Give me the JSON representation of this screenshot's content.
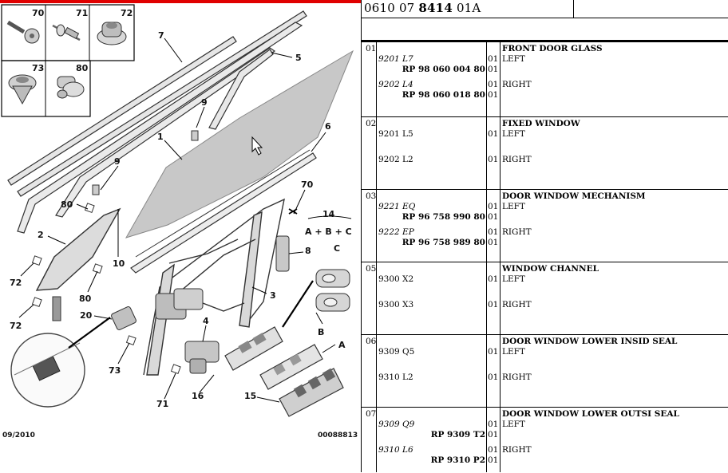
{
  "diagram": {
    "date_code": "09/2010",
    "drawing_number": "00088813",
    "callouts": {
      "c70": "70",
      "c71": "71",
      "c72": "72",
      "c73": "73",
      "c80": "80",
      "n7": "7",
      "n5": "5",
      "n9a": "9",
      "n1": "1",
      "n6": "6",
      "n9b": "9",
      "n70": "70",
      "n14": "14",
      "n14_sub": "A + B + C",
      "n80a": "80",
      "n2": "2",
      "n8": "8",
      "nC": "C",
      "n10": "10",
      "n72a": "72",
      "n80b": "80",
      "n3": "3",
      "n72b": "72",
      "n20": "20",
      "n4": "4",
      "nB": "B",
      "nA": "A",
      "n73": "73",
      "n16": "16",
      "n15": "15",
      "n71": "71"
    }
  },
  "ref": {
    "prefix": "0610 07",
    "bold": "8414",
    "suffix": "01A"
  },
  "groups": [
    {
      "num": "01",
      "title": "FRONT DOOR GLASS",
      "items": [
        {
          "pn": "9201 L7",
          "italic": true,
          "rp": "RP 98 060 004 80",
          "qty": "01",
          "qty2": "01",
          "desc": "LEFT"
        },
        {
          "pn": "9202 L4",
          "italic": true,
          "rp": "RP 98 060 018 80",
          "qty": "01",
          "qty2": "01",
          "desc": "RIGHT"
        }
      ]
    },
    {
      "num": "02",
      "title": "FIXED WINDOW",
      "items": [
        {
          "pn": "9201 L5",
          "italic": false,
          "rp": "",
          "qty": "01",
          "qty2": "",
          "desc": "LEFT"
        },
        {
          "pn": "9202 L2",
          "italic": false,
          "rp": "",
          "qty": "01",
          "qty2": "",
          "desc": "RIGHT"
        }
      ]
    },
    {
      "num": "03",
      "title": "DOOR WINDOW MECHANISM",
      "items": [
        {
          "pn": "9221 EQ",
          "italic": true,
          "rp": "RP 96 758 990 80",
          "qty": "01",
          "qty2": "01",
          "desc": "LEFT"
        },
        {
          "pn": "9222 EP",
          "italic": true,
          "rp": "RP 96 758 989 80",
          "qty": "01",
          "qty2": "01",
          "desc": "RIGHT"
        }
      ]
    },
    {
      "num": "05",
      "title": "WINDOW CHANNEL",
      "items": [
        {
          "pn": "9300 X2",
          "italic": false,
          "rp": "",
          "qty": "01",
          "qty2": "",
          "desc": "LEFT"
        },
        {
          "pn": "9300 X3",
          "italic": false,
          "rp": "",
          "qty": "01",
          "qty2": "",
          "desc": "RIGHT"
        }
      ]
    },
    {
      "num": "06",
      "title": "DOOR WINDOW LOWER INSID SEAL",
      "items": [
        {
          "pn": "9309 Q5",
          "italic": false,
          "rp": "",
          "qty": "01",
          "qty2": "",
          "desc": "LEFT"
        },
        {
          "pn": "9310 L2",
          "italic": false,
          "rp": "",
          "qty": "01",
          "qty2": "",
          "desc": "RIGHT"
        }
      ]
    },
    {
      "num": "07",
      "title": "DOOR WINDOW LOWER OUTSI SEAL",
      "items": [
        {
          "pn": "9309 Q9",
          "italic": true,
          "rp": "RP 9309 T2",
          "qty": "01",
          "qty2": "01",
          "desc": "LEFT"
        },
        {
          "pn": "9310 L6",
          "italic": true,
          "rp": "RP 9310 P2",
          "qty": "01",
          "qty2": "01",
          "desc": "RIGHT"
        }
      ]
    }
  ]
}
